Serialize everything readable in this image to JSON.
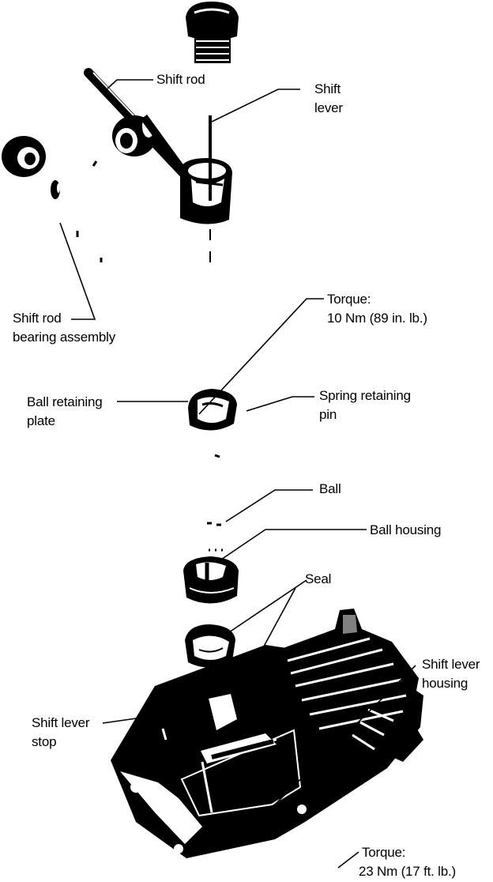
{
  "labels": {
    "shift_rod": "Shift rod",
    "shift_lever_1": "Shift",
    "shift_lever_2": "lever",
    "shift_rod_bearing_1": "Shift rod",
    "shift_rod_bearing_2": "bearing assembly",
    "torque_upper_1": "Torque:",
    "torque_upper_2": "10 Nm (89 in. lb.)",
    "ball_retaining_plate_1": "Ball retaining",
    "ball_retaining_plate_2": "plate",
    "spring_retaining_pin_1": "Spring retaining",
    "spring_retaining_pin_2": "pin",
    "ball": "Ball",
    "ball_housing": "Ball housing",
    "seal": "Seal",
    "shift_lever_housing_1": "Shift lever",
    "shift_lever_housing_2": "housing",
    "shift_lever_stop_1": "Shift lever",
    "shift_lever_stop_2": "stop",
    "torque_lower_1": "Torque:",
    "torque_lower_2": "23 Nm (17 ft. lb.)"
  }
}
